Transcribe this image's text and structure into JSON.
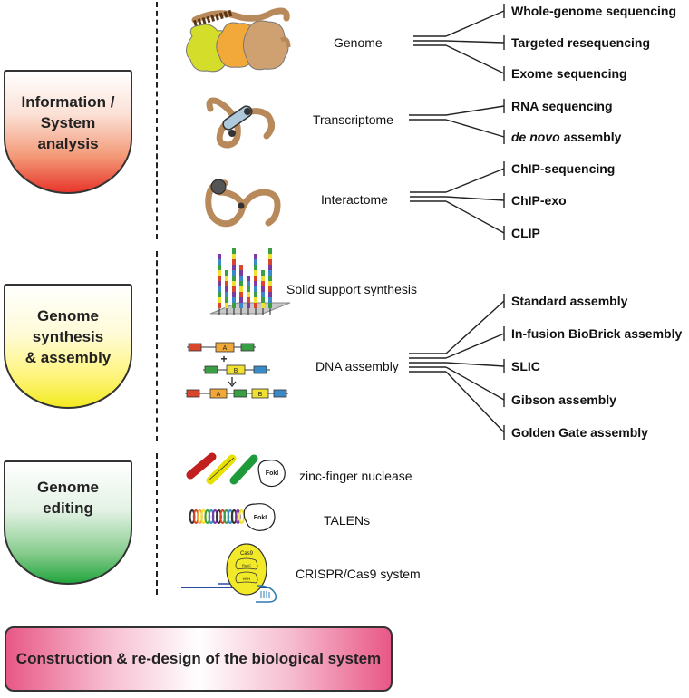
{
  "sections": [
    {
      "label": "Information /\nSystem\nanalysis"
    },
    {
      "label": "Genome\nsynthesis\n& assembly"
    },
    {
      "label": "Genome\nediting"
    }
  ],
  "topics": {
    "genome": "Genome",
    "transcriptome": "Transcriptome",
    "interactome": "Interactome",
    "solid_support": "Solid support synthesis",
    "dna_assembly": "DNA assembly",
    "zfn": "zinc-finger nuclease",
    "talens": "TALENs",
    "crispr": "CRISPR/Cas9 system"
  },
  "methods": {
    "genome": [
      "Whole-genome sequencing",
      "Targeted resequencing",
      "Exome sequencing"
    ],
    "transcriptome": [
      "RNA sequencing",
      "assembly"
    ],
    "transcriptome_italic": "de novo",
    "interactome": [
      "ChIP-sequencing",
      "ChIP-exo",
      "CLIP"
    ],
    "dna_assembly": [
      "Standard assembly",
      "In-fusion BioBrick assembly",
      "SLIC",
      "Gibson assembly",
      "Golden Gate assembly"
    ]
  },
  "illustration_text": {
    "part_a": "A",
    "part_b": "B",
    "fok1": "FokI",
    "cas9": "Cas9",
    "ruvc": "RuvC",
    "hnh": "HNH",
    "plus": "+"
  },
  "banner": "Construction & re-design of the biological system"
}
